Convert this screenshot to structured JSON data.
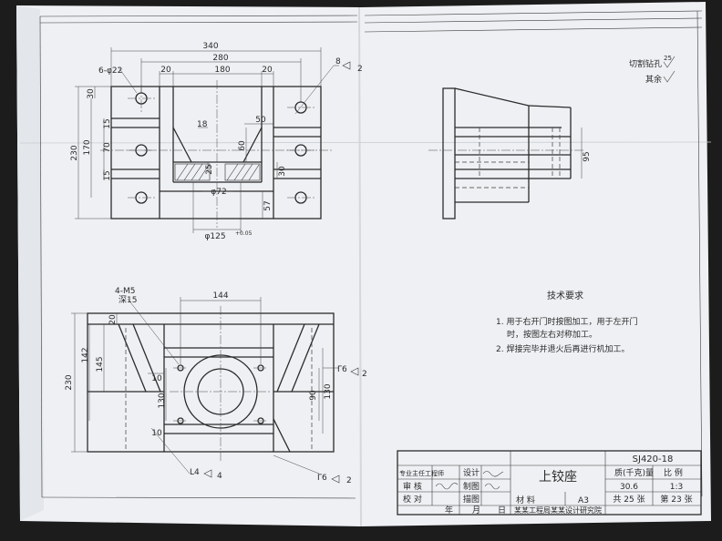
{
  "drawing": {
    "number": "SJ420-18",
    "part_name": "上铰座",
    "scale": "1:3",
    "material": "A3",
    "weight": "30.6",
    "sheet_total": "共 25 张",
    "sheet_no": "第 23 张"
  },
  "surface_finish": {
    "cut_drill_label": "切割钻孔",
    "cut_drill_value": "25",
    "rest_label": "其余"
  },
  "tech_requirements": {
    "title": "技术要求",
    "items": [
      "1. 用于右开门时按图加工，用于左开门",
      "时，按图左右对称加工。",
      "2. 焊接完毕并退火后再进行机加工。"
    ]
  },
  "title_block": {
    "project_designer": "专业主任工程师",
    "design": "设计",
    "review": "审  核",
    "drafting": "制图",
    "check": "校  对",
    "tracing": "描图",
    "year": "年",
    "month": "月",
    "day": "日",
    "weight_label": "质(千克)量",
    "scale_label": "比 例",
    "material_label": "材 料",
    "institute": "某某工程局某某设计研究院"
  },
  "dimensions": {
    "front_top": [
      "340",
      "280",
      "180",
      "20",
      "20"
    ],
    "front_holes": "6-φ22",
    "front_left": [
      "30",
      "15",
      "170",
      "230",
      "70",
      "15"
    ],
    "front_mid": [
      "18",
      "50",
      "60",
      "25",
      "72"
    ],
    "front_bottom": "φ125",
    "front_bottom_tol": "+0.05",
    "front_right": [
      "30",
      "57"
    ],
    "weld_top": "8",
    "weld_top_val": "2",
    "side_dim": "95",
    "bottom_holes": "4-M5",
    "bottom_depth": "深15",
    "bottom_width": "144",
    "bottom_left": [
      "20",
      "142",
      "230",
      "145",
      "10",
      "130",
      "10"
    ],
    "bottom_right": [
      "90",
      "130"
    ],
    "weld_labels": [
      "Γ6",
      "Γ6",
      "L4"
    ],
    "weld_vals": [
      "2",
      "2",
      "4"
    ]
  },
  "colors": {
    "paper": "#eef0f3",
    "line": "#2b2b2b",
    "background": "#1c1c1c"
  }
}
